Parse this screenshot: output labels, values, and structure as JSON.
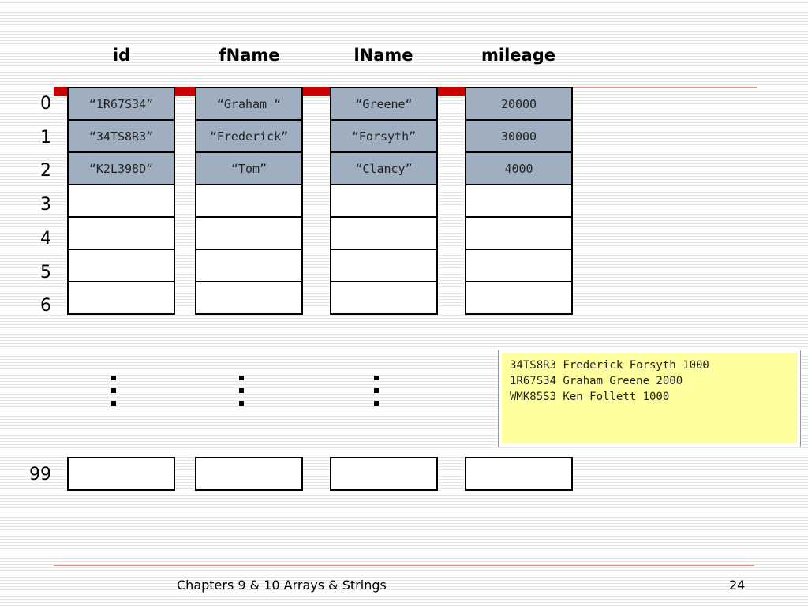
{
  "headers": {
    "id": "id",
    "fName": "fName",
    "lName": "lName",
    "mileage": "mileage"
  },
  "row_labels": [
    "0",
    "1",
    "2",
    "3",
    "4",
    "5",
    "6"
  ],
  "last_row_label": "99",
  "columns": {
    "id": [
      "“1R67S34”",
      "“34TS8R3”",
      "“K2L398D“",
      "",
      "",
      "",
      ""
    ],
    "fName": [
      "“Graham “",
      "“Frederick”",
      "“Tom”",
      "",
      "",
      "",
      ""
    ],
    "lName": [
      "“Greene“",
      "“Forsyth”",
      "“Clancy”",
      "",
      "",
      "",
      ""
    ],
    "mileage": [
      "20000",
      "30000",
      "4000",
      "",
      "",
      "",
      ""
    ]
  },
  "file_lines": [
    "34TS8R3 Frederick Forsyth 1000",
    "1R67S34 Graham Greene 2000",
    "WMK85S3 Ken Follett 1000"
  ],
  "footer": {
    "title": "Chapters 9 & 10 Arrays & Strings",
    "page": "24"
  },
  "colors": {
    "accent_red": "#cc0000",
    "filled_cell": "#a0afc0",
    "file_bg": "#ffffa0"
  }
}
